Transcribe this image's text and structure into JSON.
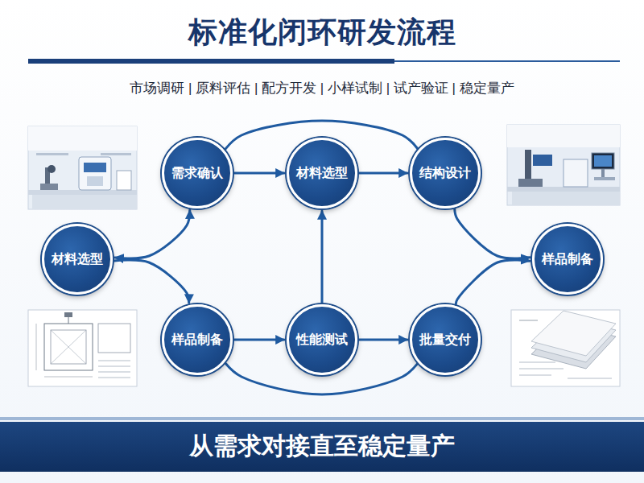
{
  "diagram": {
    "title": "标准化闭环研发流程",
    "caption": "从需求对接直至稳定量产",
    "nodes": [
      {
        "text": [
          "需求确认"
        ]
      },
      {
        "text": [
          "材料选型"
        ]
      },
      {
        "text": [
          "结构设计"
        ]
      },
      {
        "text": [
          "材料选型"
        ]
      },
      {
        "text": [
          "样品制备"
        ]
      },
      {
        "text": [
          "样品制备"
        ]
      },
      {
        "text": [
          "性能测试"
        ]
      },
      {
        "text": [
          "批量交付"
        ]
      }
    ],
    "edges": [
      {
        "from": 0,
        "to": 1,
        "arrow": "to"
      },
      {
        "from": 1,
        "to": 2,
        "arrow": "to"
      },
      {
        "from": 3,
        "to": 0,
        "arrow": "both"
      },
      {
        "from": 3,
        "to": 5,
        "arrow": "to"
      },
      {
        "from": 5,
        "to": 6,
        "arrow": "to"
      },
      {
        "from": 6,
        "to": 1,
        "arrow": "to"
      },
      {
        "from": 6,
        "to": 7,
        "arrow": "to"
      },
      {
        "from": 2,
        "to": 4,
        "arrow": "to"
      },
      {
        "from": 7,
        "to": 4,
        "arrow": "to"
      },
      {
        "from": 0,
        "to": 2,
        "arrow": "none"
      },
      {
        "from": 5,
        "to": 7,
        "arrow": "none"
      }
    ],
    "labels": [
      "市场调研 | 原料评估 | 配方开发 | 小样试制 | 试产验证 | 稳定量产"
    ]
  }
}
